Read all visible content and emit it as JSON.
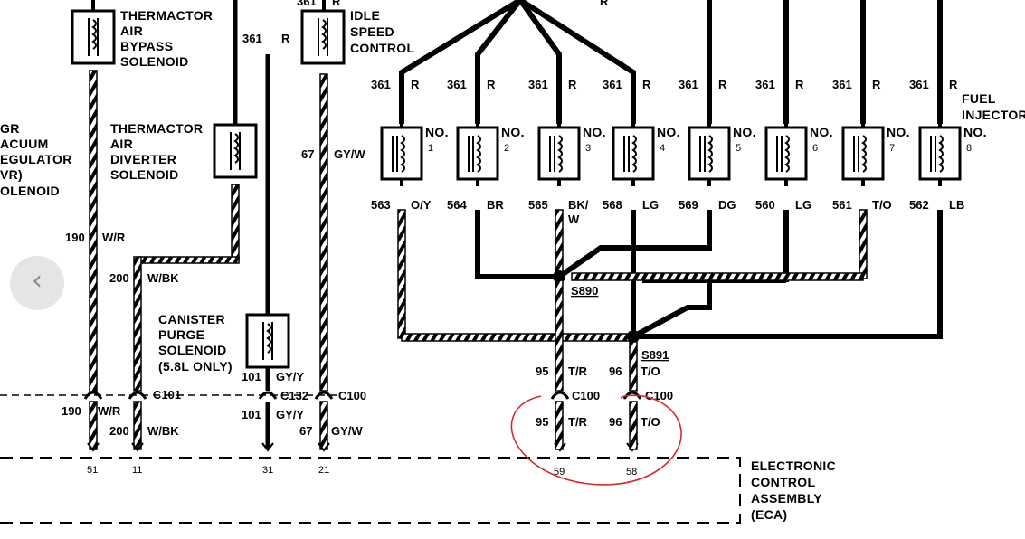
{
  "components": {
    "thermactor_air_bypass": [
      "THERMACTOR",
      "AIR",
      "BYPASS",
      "SOLENOID"
    ],
    "idle_speed_control": [
      "IDLE",
      "SPEED",
      "CONTROL"
    ],
    "thermactor_air_diverter": [
      "THERMACTOR",
      "AIR",
      "DIVERTER",
      "SOLENOID"
    ],
    "egr_vacuum_regulator": [
      "GR",
      "ACUUM",
      "EGULATOR",
      "VR)",
      "OLENOID"
    ],
    "canister_purge": [
      "CANISTER",
      "PURGE",
      "SOLENOID",
      "(5.8L ONLY)"
    ],
    "fuel_injector": [
      "FUEL",
      "INJECTOR"
    ],
    "eca": [
      "ELECTRONIC",
      "CONTROL",
      "ASSEMBLY",
      "(ECA)"
    ]
  },
  "injectors": [
    {
      "no_label": "NO.",
      "num": "1",
      "power_circuit": "361",
      "power_color": "R",
      "signal_circuit": "563",
      "signal_color": "O/Y"
    },
    {
      "no_label": "NO.",
      "num": "2",
      "power_circuit": "361",
      "power_color": "R",
      "signal_circuit": "564",
      "signal_color": "BR"
    },
    {
      "no_label": "NO.",
      "num": "3",
      "power_circuit": "361",
      "power_color": "R",
      "signal_circuit": "565",
      "signal_color": "BK/",
      "signal_color2": "W"
    },
    {
      "no_label": "NO.",
      "num": "4",
      "power_circuit": "361",
      "power_color": "R",
      "signal_circuit": "568",
      "signal_color": "LG"
    },
    {
      "no_label": "NO.",
      "num": "5",
      "power_circuit": "361",
      "power_color": "R",
      "signal_circuit": "569",
      "signal_color": "DG"
    },
    {
      "no_label": "NO.",
      "num": "6",
      "power_circuit": "361",
      "power_color": "R",
      "signal_circuit": "560",
      "signal_color": "LG"
    },
    {
      "no_label": "NO.",
      "num": "7",
      "power_circuit": "361",
      "power_color": "R",
      "signal_circuit": "561",
      "signal_color": "T/O"
    },
    {
      "no_label": "NO.",
      "num": "8",
      "power_circuit": "361",
      "power_color": "R",
      "signal_circuit": "562",
      "signal_color": "LB"
    }
  ],
  "wires": {
    "isc_power": {
      "circuit": "361",
      "color": "R"
    },
    "top_partial_361": "361",
    "top_partial_r": "R",
    "top_r": "R",
    "isc_signal": {
      "circuit": "67",
      "color": "GY/W"
    },
    "egr_signal": {
      "circuit": "190",
      "color": "W/R"
    },
    "diverter_signal": {
      "circuit": "200",
      "color": "W/BK"
    },
    "purge_signal": {
      "circuit": "101",
      "color": "GY/Y"
    },
    "lower_190": {
      "circuit": "190",
      "color": "W/R"
    },
    "lower_200": {
      "circuit": "200",
      "color": "W/BK"
    },
    "lower_101": {
      "circuit": "101",
      "color": "GY/Y"
    },
    "lower_67": {
      "circuit": "67",
      "color": "GY/W"
    },
    "bank_a_upper": {
      "circuit": "95",
      "color": "T/R"
    },
    "bank_b_upper": {
      "circuit": "96",
      "color": "T/O"
    },
    "bank_a_lower": {
      "circuit": "95",
      "color": "T/R"
    },
    "bank_b_lower": {
      "circuit": "96",
      "color": "T/O"
    }
  },
  "splices": {
    "s890": "S890",
    "s891": "S891"
  },
  "connectors": {
    "c101": "C101",
    "c132": "C132",
    "c100_a": "C100",
    "c100_b": "C100",
    "c100_c": "C100"
  },
  "pins": {
    "p51": "51",
    "p11": "11",
    "p31": "31",
    "p21": "21",
    "p59": "59",
    "p58": "58"
  },
  "nav": {
    "prev_icon": "chevron-left"
  },
  "colors": {
    "ink": "#000000",
    "highlight_circle": "#d42a2a",
    "nav_bg": "#e1e1e1",
    "nav_icon": "#8a8a8a"
  }
}
